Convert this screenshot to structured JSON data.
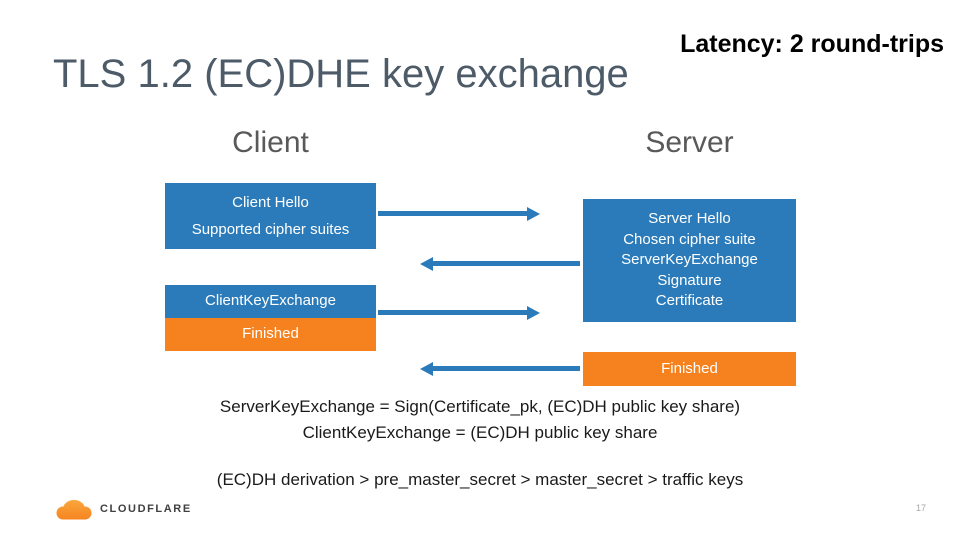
{
  "colors": {
    "blue": "#2b7bba",
    "orange": "#f6821f"
  },
  "header": {
    "title": "TLS 1.2 (EC)DHE key exchange",
    "latency": "Latency: 2 round-trips"
  },
  "columns": {
    "client": "Client",
    "server": "Server"
  },
  "boxes": {
    "client_hello": {
      "line1": "Client Hello",
      "line2": "Supported cipher suites"
    },
    "server_hello": {
      "line1": "Server Hello",
      "line2": "Chosen cipher suite",
      "line3": "ServerKeyExchange",
      "line4": "Signature",
      "line5": "Certificate"
    },
    "client_key_exchange": "ClientKeyExchange",
    "client_finished": "Finished",
    "server_finished": "Finished"
  },
  "notes": {
    "server_key_exchange": "ServerKeyExchange = Sign(Certificate_pk, (EC)DH public key share)",
    "client_key_exchange": "ClientKeyExchange = (EC)DH public key share",
    "derivation": "(EC)DH derivation > pre_master_secret > master_secret > traffic keys"
  },
  "footer": {
    "brand": "CLOUDFLARE",
    "page_number": "17"
  }
}
